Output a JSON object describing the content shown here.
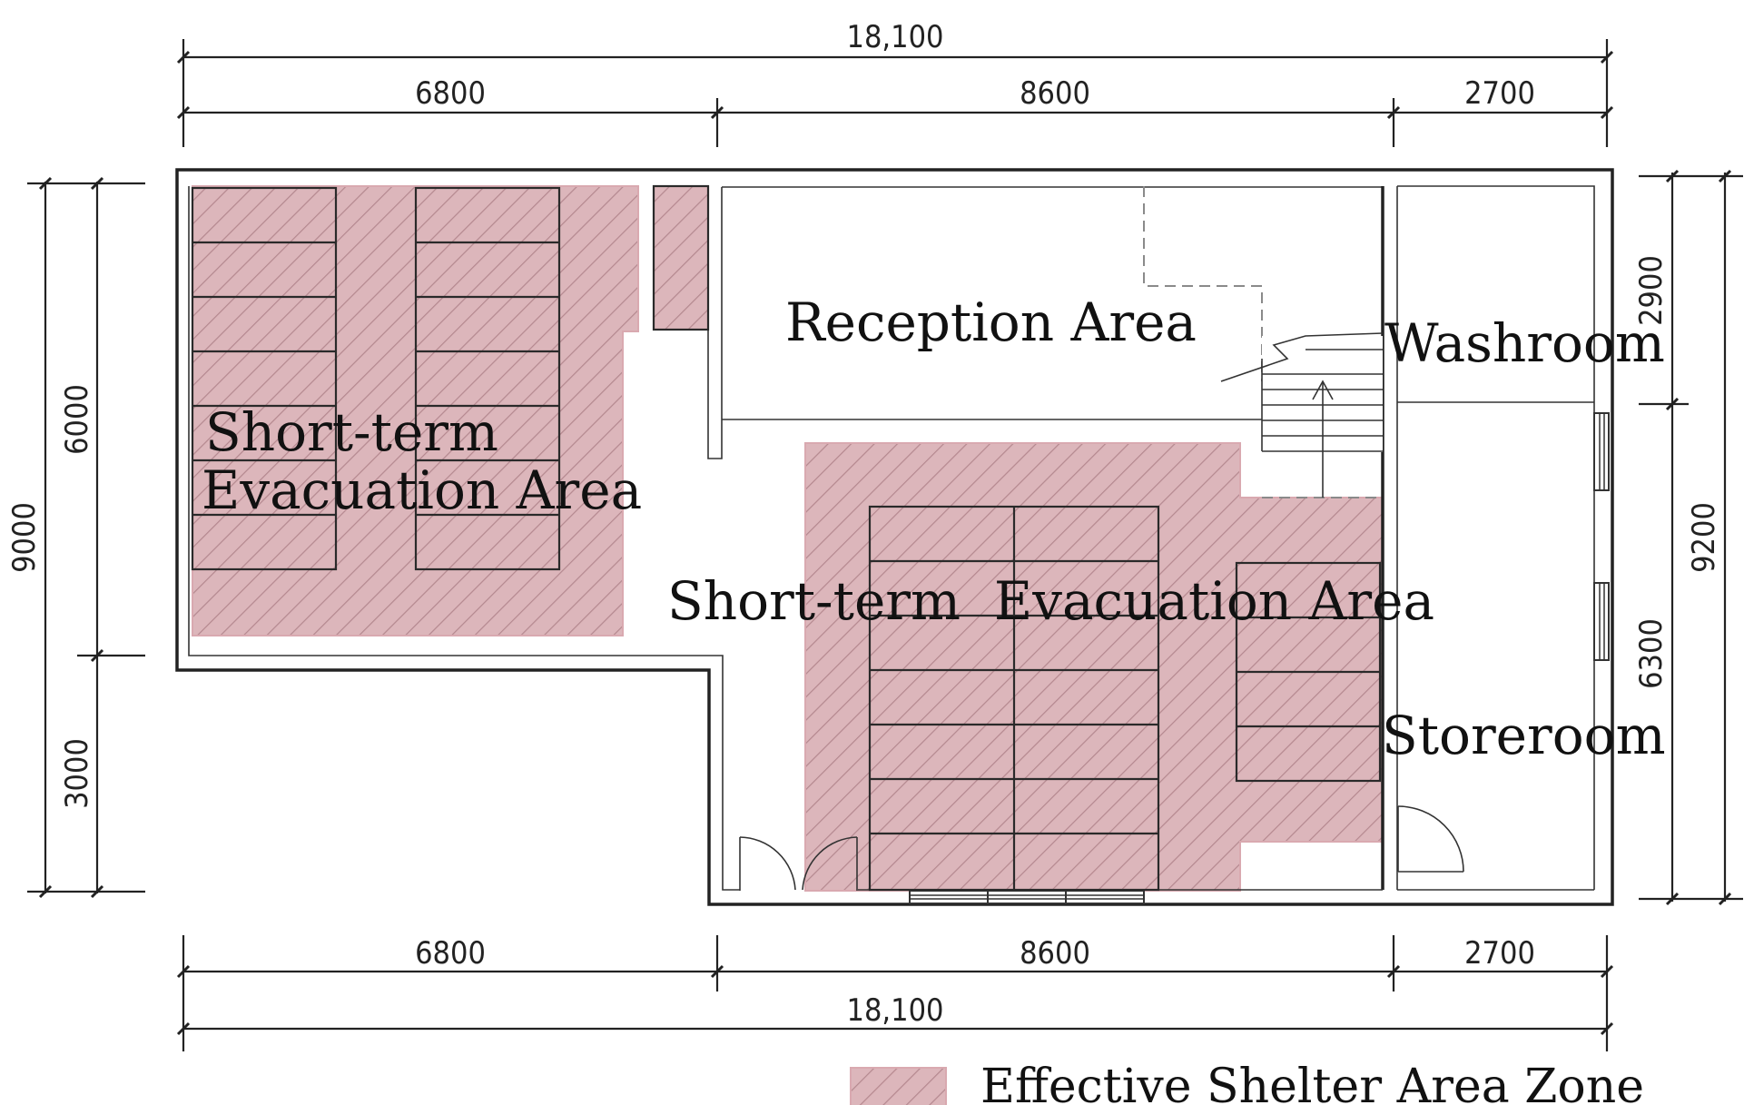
{
  "colors": {
    "shelter_fill": "#dcb6bb",
    "shelter_hatch": "#b4888f",
    "wall": "#222222"
  },
  "dimensions": {
    "top": {
      "total": "18,100",
      "segments": [
        "6800",
        "8600",
        "2700"
      ]
    },
    "bottom": {
      "total": "18,100",
      "segments": [
        "6800",
        "8600",
        "2700"
      ]
    },
    "left": {
      "total": "9000",
      "segments": [
        "6000",
        "3000"
      ]
    },
    "right": {
      "total": "9200",
      "segments": [
        "2900",
        "6300"
      ]
    }
  },
  "rooms": {
    "reception": "Reception Area",
    "washroom": "Washroom",
    "storeroom": "Storeroom",
    "evac_left_line1": "Short-term",
    "evac_left_line2": "Evacuation Area",
    "evac_main": "Short-term  Evacuation Area"
  },
  "legend": {
    "label": "Effective Shelter Area Zone"
  }
}
